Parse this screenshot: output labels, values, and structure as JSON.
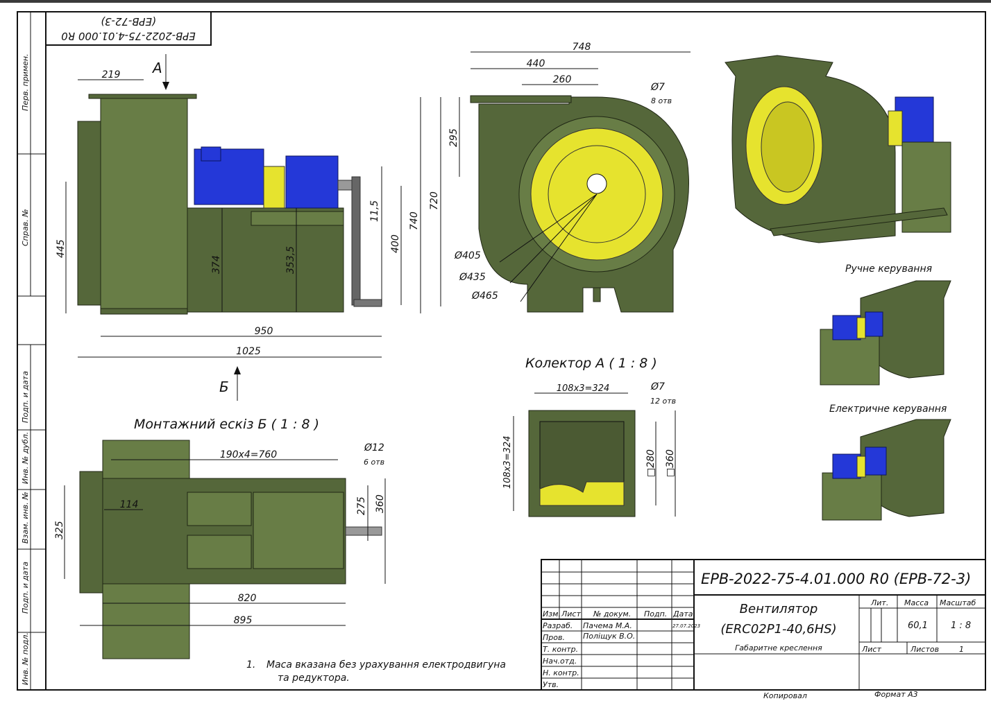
{
  "stamp_side": {
    "perv_primen": "Перв. примен.",
    "sprav_no": "Справ. №",
    "podp_data_1": "Подп. и дата",
    "inv_dubl": "Инв. № дубл.",
    "vzam_inv": "Взам. инв. №",
    "podp_data_2": "Подп. и дата",
    "inv_podl": "Инв. № подл."
  },
  "top_stamp": {
    "line1": "EPB-2022-75-4.01.000 R0",
    "line2": "(EPB-72-3)"
  },
  "side_view": {
    "view_arrow_a": "А",
    "view_arrow_b": "Б",
    "dims": {
      "d219": "219",
      "d445": "445",
      "d374": "374",
      "d353": "353,5",
      "d11": "11,5",
      "d400": "400",
      "d950": "950",
      "d1025": "1025"
    }
  },
  "front_view": {
    "dims": {
      "d748": "748",
      "d440": "440",
      "d260": "260",
      "d295": "295",
      "d720": "720",
      "d740": "740",
      "hole_d": "Ø7",
      "hole_n": "8 отв",
      "d405": "Ø405",
      "d435": "Ø435",
      "d465": "Ø465"
    }
  },
  "collector": {
    "title": "Колектор А ( 1 : 8 )",
    "dims": {
      "top": "108x3=324",
      "side": "108x3=324",
      "hole_d": "Ø7",
      "hole_n": "12 отв",
      "d280": "□280",
      "d360": "□360"
    }
  },
  "mount": {
    "title": "Монтажний ескіз Б ( 1 : 8 )",
    "dims": {
      "d760": "190x4=760",
      "hole_d": "Ø12",
      "hole_n": "6 отв",
      "d114": "114",
      "d325": "325",
      "d275": "275",
      "d360": "360",
      "d820": "820",
      "d895": "895"
    }
  },
  "renders": {
    "manual": "Ручне керування",
    "electric": "Електричне керування"
  },
  "note": {
    "num": "1.",
    "line1": "Маса вказана без урахування електродвигуна",
    "line2": "та редуктора."
  },
  "title_block": {
    "designation": "EPB-2022-75-4.01.000 R0  (EPB-72-3)",
    "name1": "Вентилятор",
    "name2": "(ERC02P1-40,6HS)",
    "doc_type": "Габаритне креслення",
    "headers": {
      "izm": "Изм.",
      "list": "Лист",
      "doc": "№ докум.",
      "podp": "Подп.",
      "data": "Дата"
    },
    "roles": [
      "Разраб.",
      "Пров.",
      "Т. контр.",
      "Нач.отд.",
      "Н. контр.",
      "Утв."
    ],
    "names": [
      "Пачема М.А.",
      "Поліщук В.О."
    ],
    "date": "27.07.2023",
    "lit_label": "Лит.",
    "mass_label": "Масса",
    "scale_label": "Масштаб",
    "mass": "60,1",
    "scale": "1 : 8",
    "sheet_label": "Лист",
    "sheets_label": "Листов",
    "sheets": "1"
  },
  "footer": {
    "copied": "Копировал",
    "format": "Формат А3"
  }
}
